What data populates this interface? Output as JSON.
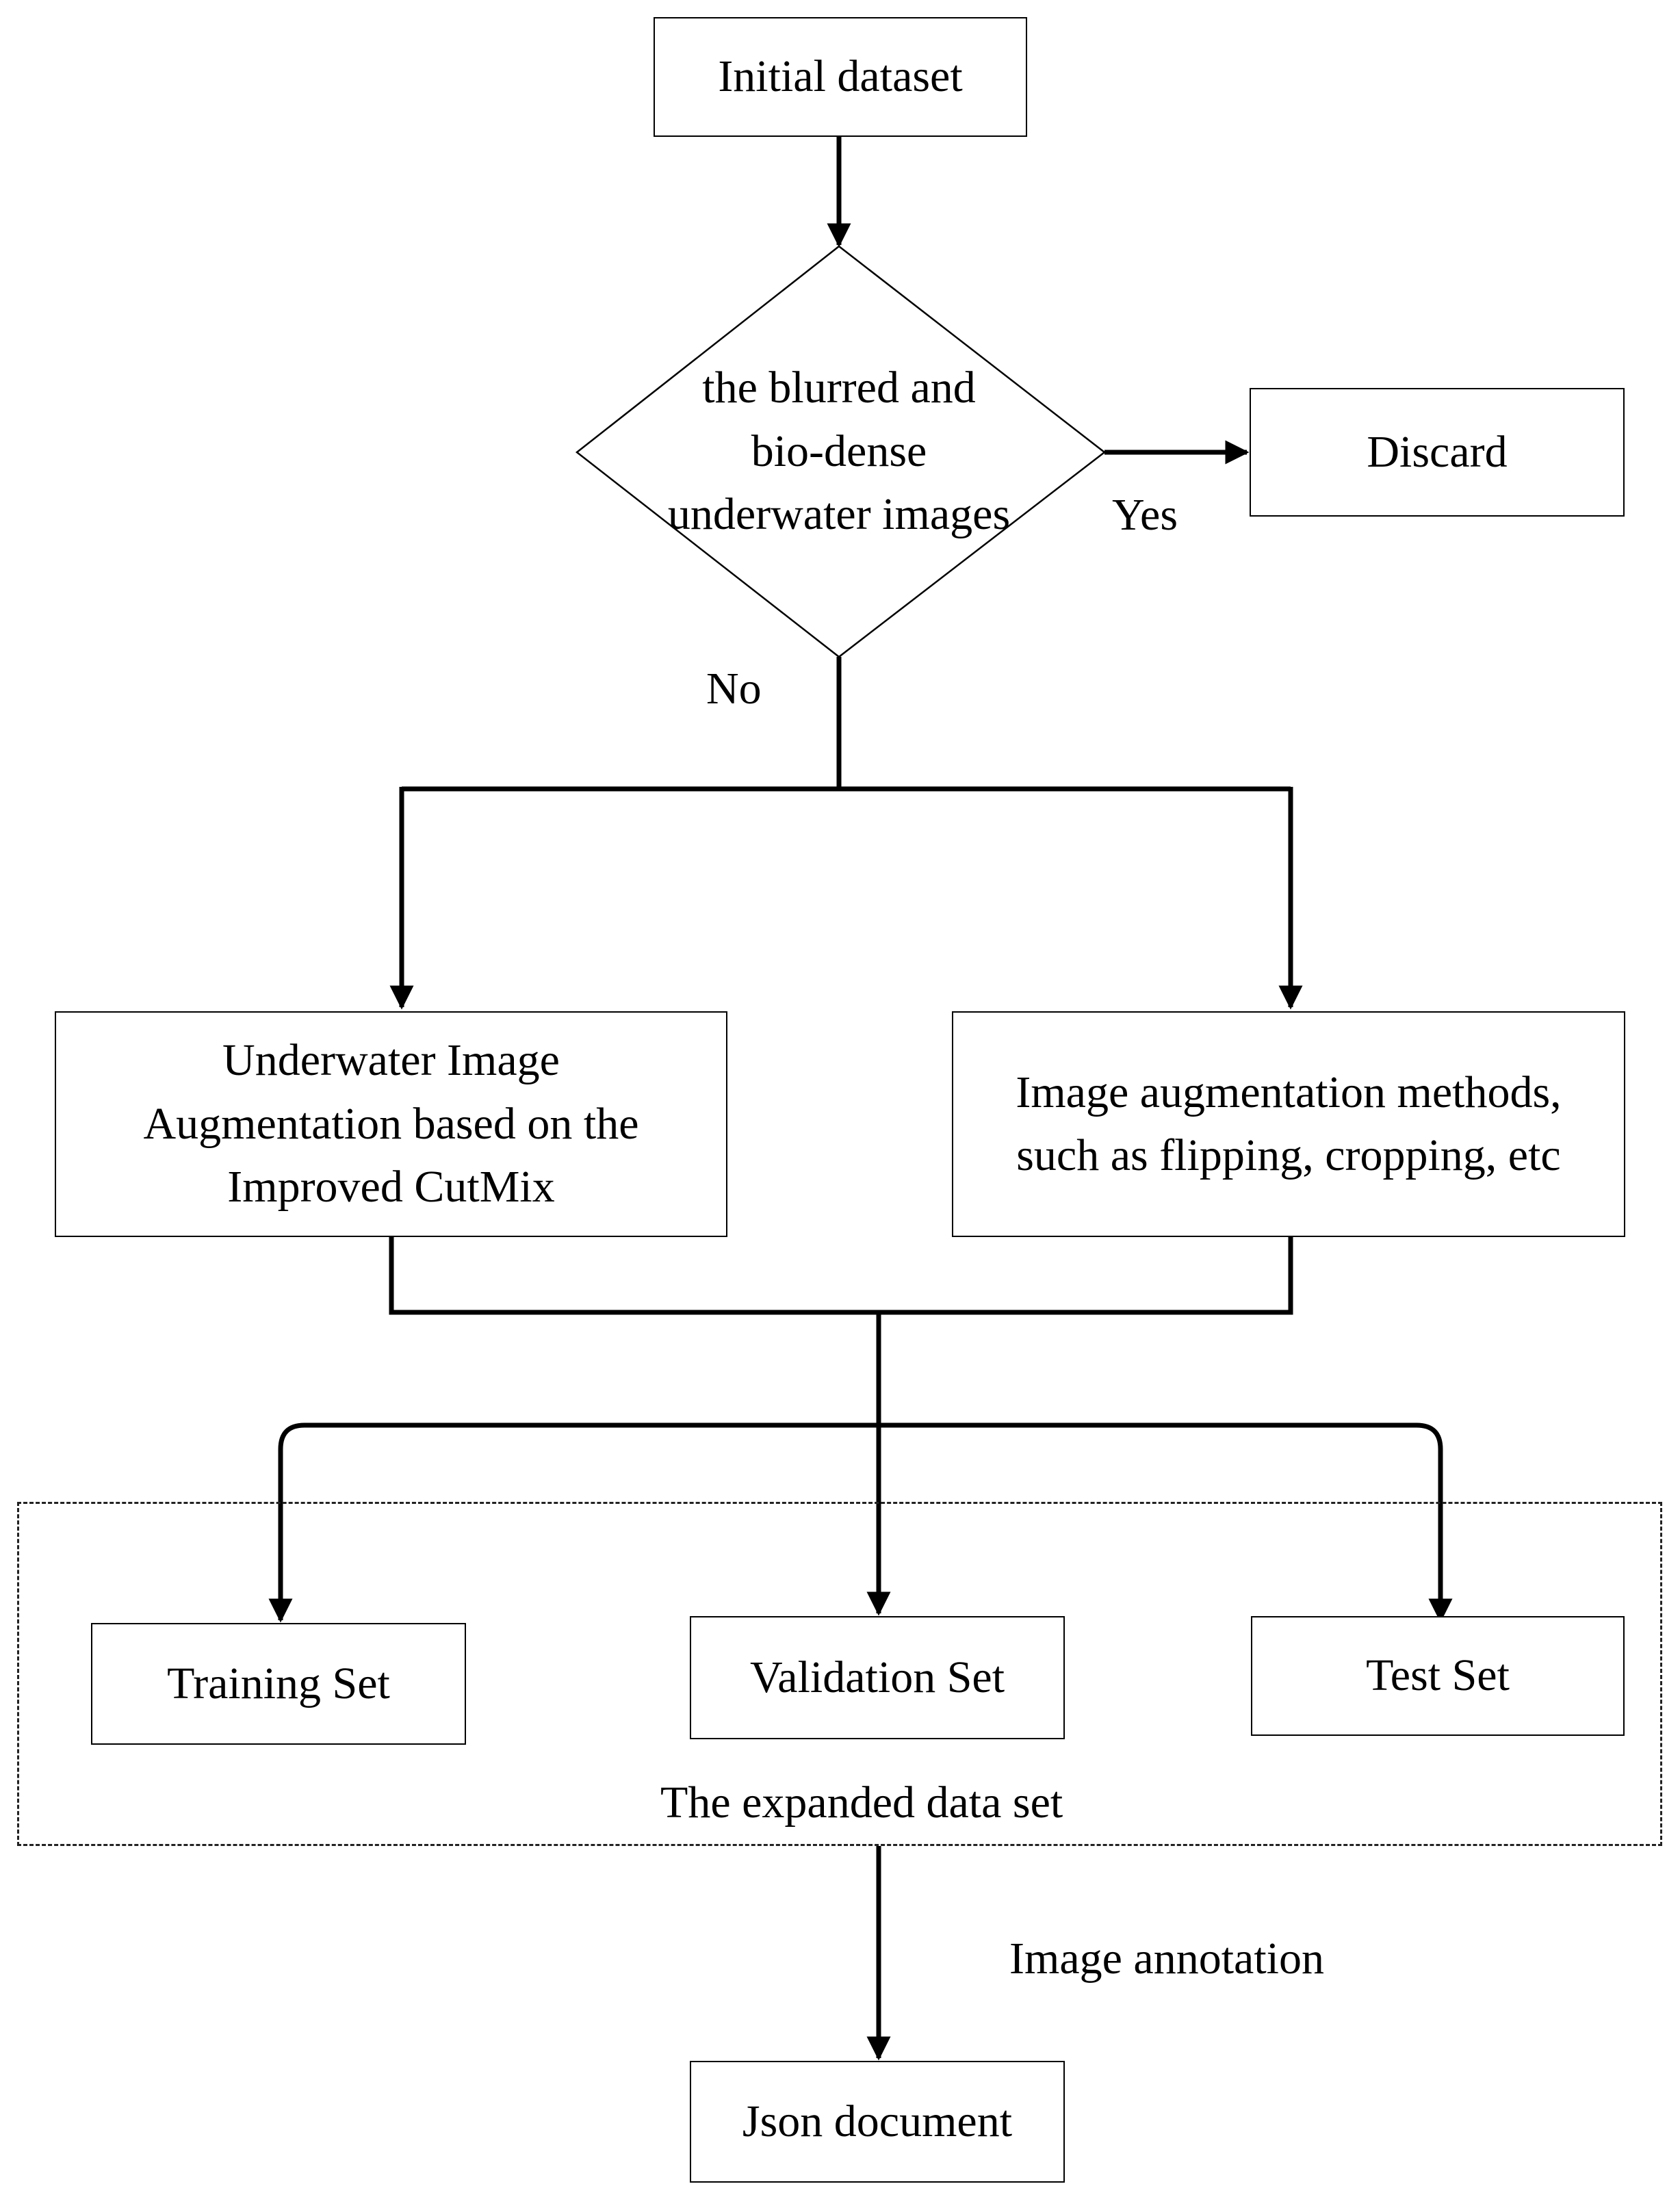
{
  "nodes": {
    "initial_dataset": "Initial dataset",
    "decision": {
      "lines": [
        "the blurred and",
        "bio-dense",
        "underwater images"
      ]
    },
    "discard": "Discard",
    "cutmix": {
      "lines": [
        "Underwater Image",
        "Augmentation based on the",
        "Improved CutMix"
      ]
    },
    "augmentation_methods": {
      "lines": [
        "Image augmentation methods,",
        "such as flipping, cropping, etc"
      ]
    },
    "training_set": "Training Set",
    "validation_set": "Validation Set",
    "test_set": "Test Set",
    "json_document": "Json document"
  },
  "edge_labels": {
    "yes": "Yes",
    "no": "No",
    "image_annotation": "Image annotation"
  },
  "groups": {
    "expanded_data_set": "The expanded data set"
  }
}
